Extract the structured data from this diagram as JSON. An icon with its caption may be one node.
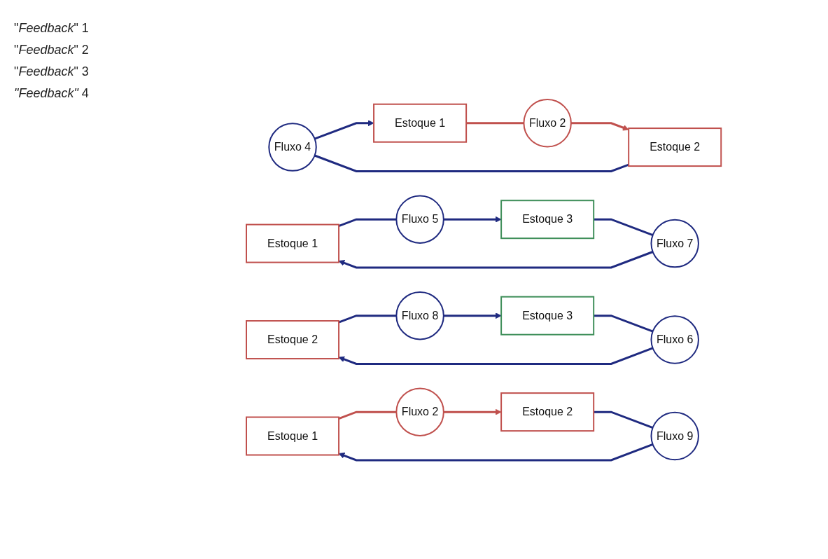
{
  "diagram": {
    "nodes": [
      {
        "text": [
          "Fluxo 4"
        ]
      },
      {
        "text": [
          "Estoque 1"
        ]
      },
      {
        "text": [
          "Fluxo 2"
        ]
      },
      {
        "text": [
          "Estoque 2"
        ]
      },
      {
        "text": [
          "Estoque 1"
        ]
      },
      {
        "text": [
          "Fluxo 5"
        ]
      },
      {
        "text": [
          "Estoque 3"
        ]
      },
      {
        "text": [
          "Fluxo 7"
        ]
      },
      {
        "text": [
          "Estoque 2"
        ]
      },
      {
        "text": [
          "Fluxo 6"
        ]
      },
      {
        "text": [
          "Fluxo 8"
        ]
      },
      {
        "text": [
          "Estoque 3"
        ]
      },
      {
        "text": [
          "Estoque 1"
        ]
      },
      {
        "text": [
          "Fluxo 2"
        ]
      },
      {
        "text": [
          "Estoque 2"
        ]
      },
      {
        "text": [
          "Fluxo 9"
        ]
      }
    ],
    "edges": [
      {
        "from": 1,
        "to": 2,
        "arrow": "none",
        "color": "#c0504d"
      },
      {
        "from": 2,
        "to": 3,
        "arrow": "to",
        "color": "#c0504d"
      },
      {
        "from": 3,
        "to": 0,
        "arrow": "none"
      },
      {
        "from": 0,
        "to": 1,
        "arrow": "to"
      },
      {
        "from": 4,
        "to": 5,
        "arrow": "none"
      },
      {
        "from": 5,
        "to": 6,
        "arrow": "to"
      },
      {
        "from": 6,
        "to": 7,
        "arrow": "none"
      },
      {
        "from": 7,
        "to": 4,
        "arrow": "to"
      },
      {
        "from": 8,
        "to": 10,
        "arrow": "none"
      },
      {
        "from": 10,
        "to": 11,
        "arrow": "to"
      },
      {
        "from": 11,
        "to": 9,
        "arrow": "none"
      },
      {
        "from": 9,
        "to": 8,
        "arrow": "to"
      },
      {
        "from": 12,
        "to": 13,
        "arrow": "none",
        "color": "#c0504d"
      },
      {
        "from": 13,
        "to": 14,
        "arrow": "to",
        "color": "#c0504d"
      },
      {
        "from": 14,
        "to": 15,
        "arrow": "none"
      },
      {
        "from": 15,
        "to": 12,
        "arrow": "to"
      }
    ],
    "labels": [
      "\"*Feedback*\" 1",
      "\"*Feedback*\" 2",
      "\"*Feedback*\" 3",
      "*\"Feedback\"* 4"
    ]
  }
}
